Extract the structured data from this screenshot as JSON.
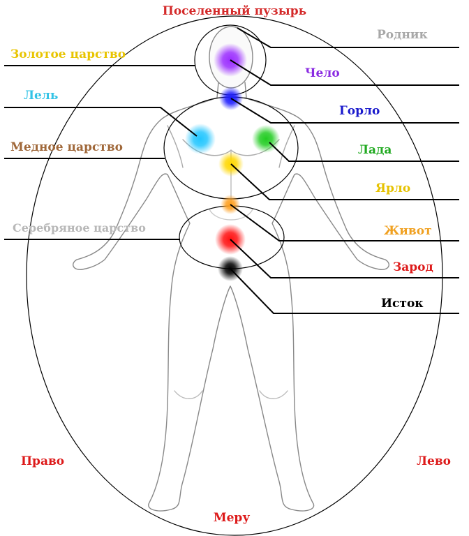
{
  "title": "Поселенный пузырь",
  "colors": {
    "title": "#d42a2a",
    "rodnik": "#a8a8a8",
    "chelo": "#8a2be2",
    "gorlo": "#1a1acc",
    "lada": "#22aa22",
    "yarlo": "#e6c200",
    "zhivot": "#f0a020",
    "zarod": "#dd1a1a",
    "istok": "#000000",
    "golden": "#e8c400",
    "lel": "#33c3e6",
    "copper": "#a0683a",
    "silver": "#b8b8b8",
    "sides": "#dd1a1a"
  },
  "left_labels": {
    "golden_realm": "Золотое царство",
    "lel": "Лель",
    "copper_realm": "Медное царство",
    "silver_realm": "Серебряное царство"
  },
  "right_labels": {
    "rodnik": "Родник",
    "chelo": "Чело",
    "gorlo": "Горло",
    "lada": "Лада",
    "yarlo": "Ярло",
    "zhivot": "Живот",
    "zarod": "Зарод",
    "istok": "Исток"
  },
  "bottom_labels": {
    "pravo": "Право",
    "levo": "Лево",
    "meru": "Меру"
  }
}
